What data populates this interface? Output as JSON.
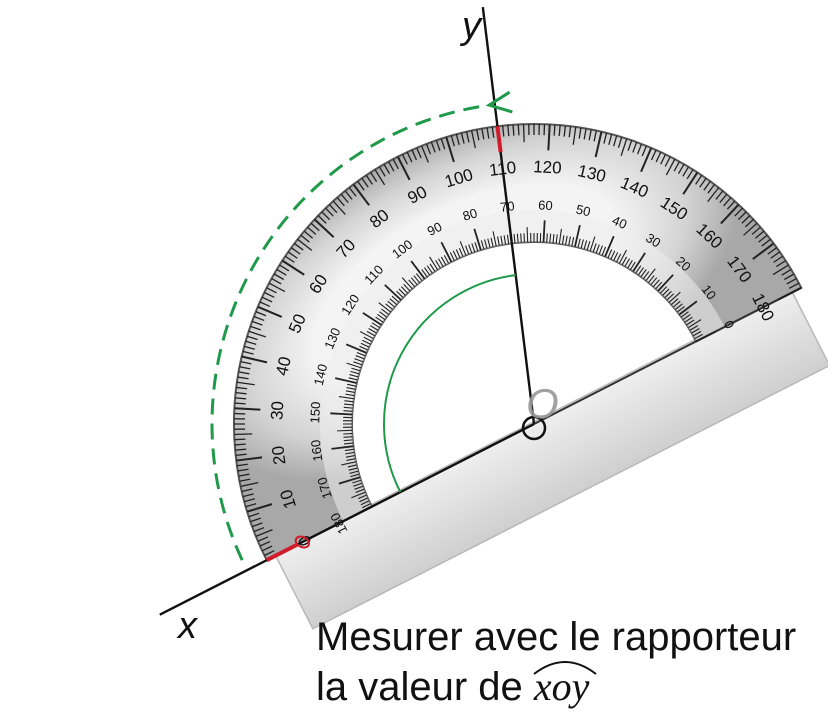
{
  "diagram": {
    "axis_x_label": "x",
    "axis_y_label": "y",
    "origin_label": "O",
    "outer_scale_start": 0,
    "outer_scale_end": 180,
    "inner_scale_start": 180,
    "inner_scale_end": 0,
    "scale_step_labels": 10,
    "reading_value": 110,
    "colors": {
      "protractor_body": "#c9c9c9",
      "protractor_edge": "#555555",
      "ruler": "#dcdcdc",
      "arc_green": "#1f9a4a",
      "marker_red": "#d11a2a",
      "lines": "#111111"
    }
  },
  "caption": {
    "line1": "Mesurer avec le rapporteur",
    "line2_prefix": "la valeur de ",
    "angle_name": "xoy"
  }
}
